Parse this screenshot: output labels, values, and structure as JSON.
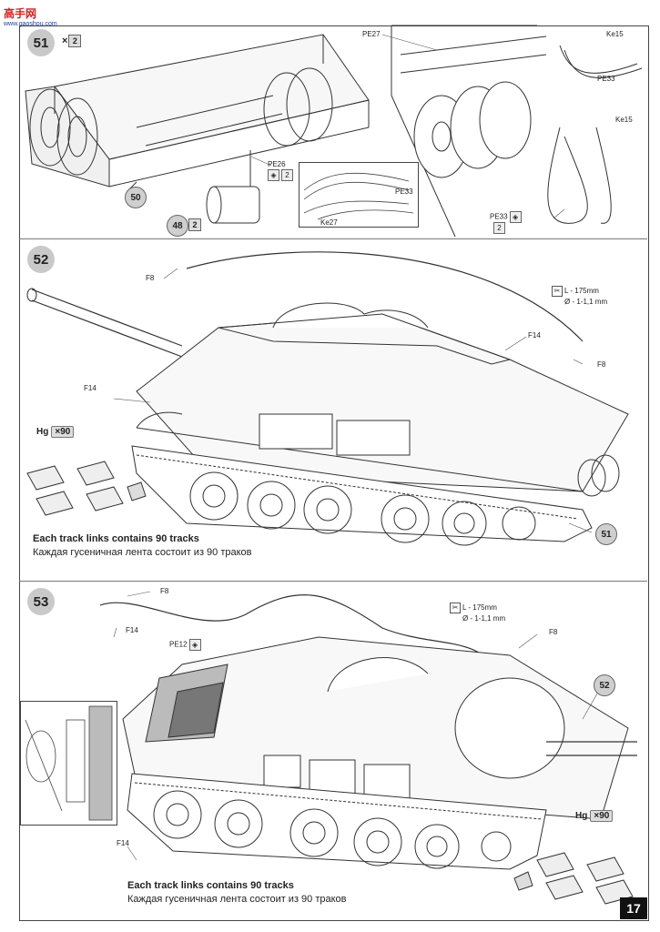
{
  "watermark": {
    "name": "高手网",
    "url": "www.gaoshou.com"
  },
  "page_number": "17",
  "steps": [
    {
      "number": "51",
      "multiplier": "2",
      "callouts": [
        "50",
        "48"
      ],
      "callout_48_mult": "2",
      "labels": {
        "pe26": "PE26",
        "pe26_mult": "2",
        "pe27": "PE27",
        "ke15_a": "Ke15",
        "ke15_b": "Ke15",
        "pe33_a": "PE33",
        "pe33_b": "PE33",
        "pe33_c": "PE33",
        "pe33_c_mult": "2",
        "ke27": "Ke27"
      }
    },
    {
      "number": "52",
      "callout": "51",
      "labels": {
        "f8_a": "F8",
        "f8_b": "F8",
        "f14_a": "F14",
        "f14_b": "F14"
      },
      "spec": {
        "length": "L - 175mm",
        "diameter": "Ø - 1-1,1 mm"
      },
      "tracks": {
        "part": "Hg",
        "count": "90"
      },
      "caption_en": "Each track links contains 90 tracks",
      "caption_ru": "Каждая гусеничная лента состоит из 90  траков"
    },
    {
      "number": "53",
      "callout": "52",
      "labels": {
        "f8_a": "F8",
        "f8_b": "F8",
        "f14_a": "F14",
        "f14_b": "F14",
        "pe12": "PE12"
      },
      "spec": {
        "length": "L - 175mm",
        "diameter": "Ø - 1-1,1 mm"
      },
      "tracks": {
        "part": "Hg",
        "count": "90"
      },
      "caption_en": "Each track links contains 90 tracks",
      "caption_ru": "Каждая гусеничная лента состоит из 90  траков"
    }
  ]
}
